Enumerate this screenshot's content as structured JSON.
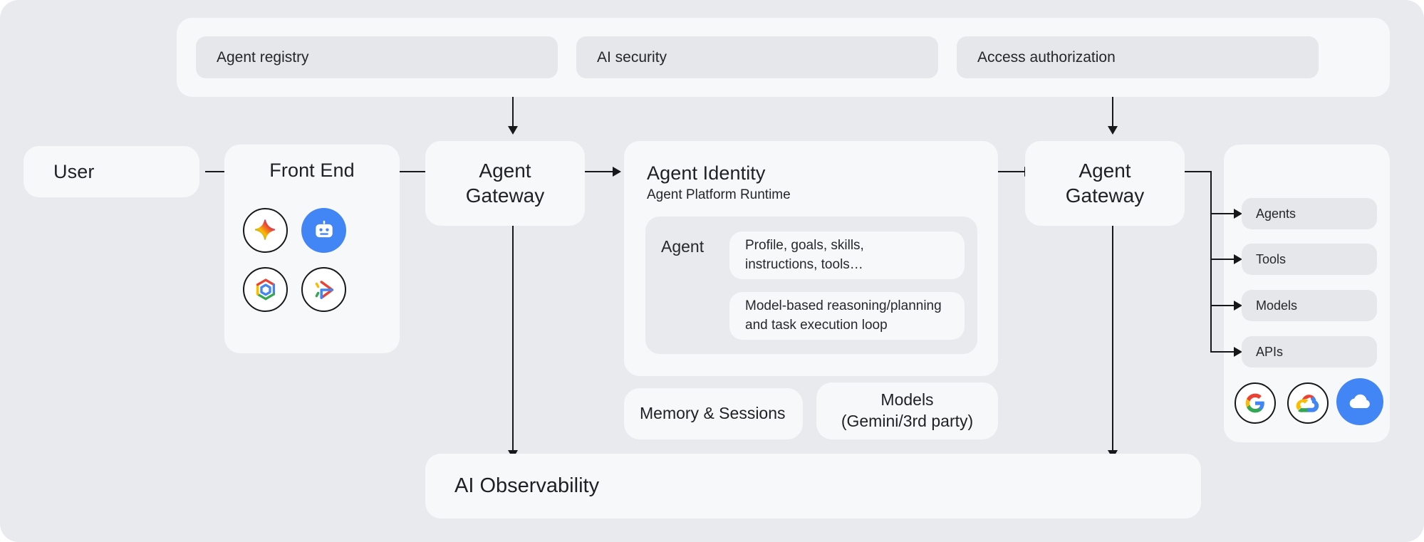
{
  "diagram": {
    "governance": {
      "pills": [
        {
          "label": "Agent registry"
        },
        {
          "label": "AI security"
        },
        {
          "label": "Access authorization"
        }
      ]
    },
    "user": {
      "label": "User"
    },
    "frontend": {
      "title": "Front End",
      "icons": [
        {
          "name": "gemini-sparkle-icon"
        },
        {
          "name": "agent-robot-icon"
        },
        {
          "name": "ai-studio-hexagon-icon"
        },
        {
          "name": "agent-builder-arrow-icon"
        }
      ]
    },
    "gateway_left": {
      "line1": "Agent",
      "line2": "Gateway"
    },
    "gateway_right": {
      "line1": "Agent",
      "line2": "Gateway"
    },
    "identity": {
      "title": "Agent Identity",
      "subtitle": "Agent Platform Runtime",
      "agent_label": "Agent",
      "cards": [
        {
          "line1": "Profile, goals, skills,",
          "line2": "instructions, tools…"
        },
        {
          "line1": "Model-based reasoning/planning",
          "line2": "and task execution loop"
        }
      ]
    },
    "memory": {
      "label": "Memory & Sessions"
    },
    "models": {
      "line1": "Models",
      "line2": "(Gemini/3rd party)"
    },
    "resources": {
      "items": [
        {
          "label": "Agents"
        },
        {
          "label": "Tools"
        },
        {
          "label": "Models"
        },
        {
          "label": "APIs"
        }
      ],
      "icons": [
        {
          "name": "google-g-icon"
        },
        {
          "name": "google-cloud-icon"
        },
        {
          "name": "cloud-solid-icon"
        }
      ]
    },
    "observability": {
      "label": "AI Observability"
    },
    "colors": {
      "canvas": "#e8eaed",
      "surface": "#f7f8fa",
      "pill": "#e5e7ea",
      "stroke": "#17181a",
      "blue": "#4285f4",
      "google_blue": "#4285f4",
      "google_red": "#ea4335",
      "google_yellow": "#fbbc04",
      "google_green": "#34a853"
    }
  }
}
